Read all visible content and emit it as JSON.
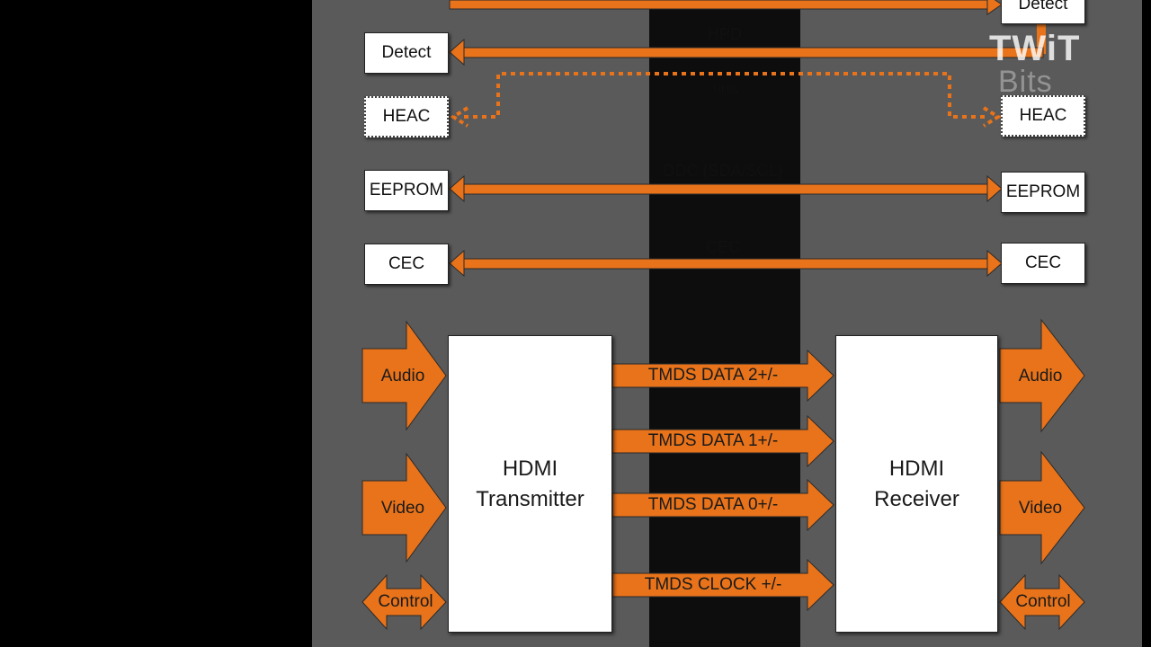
{
  "colors": {
    "background": "#000000",
    "panel": "#5a5a5a",
    "cable_band": "#0d0d0d",
    "signal": "#e8731a",
    "box": "#ffffff"
  },
  "watermark": {
    "brand": "TWiT",
    "sub": "Bits"
  },
  "signals": {
    "top_partial": {
      "label": ""
    },
    "hpd": {
      "label": "HPD",
      "left_box": "Detect",
      "right_box": "Detect"
    },
    "heac": {
      "label": "Utility",
      "left_box": "HEAC",
      "right_box": "HEAC"
    },
    "ddc": {
      "label": "DDC (SDA/SCL)",
      "left_box": "EEPROM",
      "right_box": "EEPROM"
    },
    "cec": {
      "label": "CEC",
      "left_box": "CEC",
      "right_box": "CEC"
    }
  },
  "transmitter": {
    "line1": "HDMI",
    "line2": "Transmitter"
  },
  "receiver": {
    "line1": "HDMI",
    "line2": "Receiver"
  },
  "inputs": {
    "audio": "Audio",
    "video": "Video",
    "control": "Control"
  },
  "outputs": {
    "audio": "Audio",
    "video": "Video",
    "control": "Control"
  },
  "tmds": [
    {
      "label": "TMDS DATA 2+/-"
    },
    {
      "label": "TMDS DATA 1+/-"
    },
    {
      "label": "TMDS DATA 0+/-"
    },
    {
      "label": "TMDS CLOCK +/-"
    }
  ]
}
